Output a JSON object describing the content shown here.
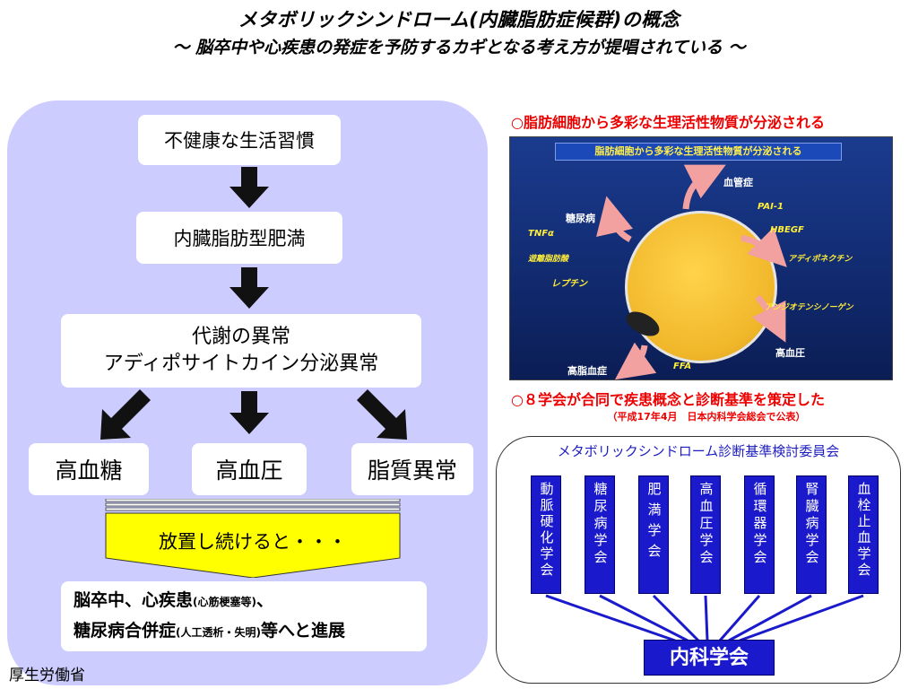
{
  "title": "メタボリックシンドローム(内臓脂肪症候群)の概念",
  "subtitle": "～ 脳卒中や心疾患の発症を予防するカギとなる考え方が提唱されている ～",
  "flow": {
    "box1": "不健康な生活習慣",
    "box2": "内臓脂肪型肥満",
    "box3_line1": "代謝の異常",
    "box3_line2": "アディポサイトカイン分泌異常",
    "result1": "高血糖",
    "result2": "高血圧",
    "result3": "脂質異常",
    "banner": "放置し続けると・・・",
    "outcome_line1": "脳卒中、心疾患",
    "outcome_line1_small": "(心筋梗塞等)",
    "outcome_line1_end": "、",
    "outcome_line2": "糖尿病合併症",
    "outcome_line2_small": "(人工透析・失明)",
    "outcome_line2_end": "等へと進展"
  },
  "source": "厚生労働省",
  "adipocyte": {
    "heading": "○脂肪細胞から多彩な生理活性物質が分泌される",
    "banner": "脂肪細胞から多彩な生理活性物質が分泌される",
    "labels": {
      "vascular": "血管症",
      "diabetes": "糖尿病",
      "pai": "PAI-1",
      "tnf": "TNFα",
      "hbegf": "HBEGF",
      "ffa_jp": "遊離脂肪酸",
      "adiponectin": "アディポネクチン",
      "leptin": "レプチン",
      "angiotensinogen": "アンジオテンシノーゲン",
      "hypertension": "高血圧",
      "hyperlipidemia": "高脂血症",
      "ffa": "FFA"
    }
  },
  "committee": {
    "heading": "○８学会が合同で疾患概念と診断基準を策定した",
    "note": "（平成17年4月　日本内科学会総会で公表）",
    "title": "メタボリックシンドローム診断基準検討委員会",
    "societies": [
      "動脈硬化学会",
      "糖尿病学会",
      "肥満学会",
      "高血圧学会",
      "循環器学会",
      "腎臓病学会",
      "血栓止血学会"
    ],
    "center": "内科学会"
  },
  "colors": {
    "panel": "#ccccff",
    "red": "#ee0000",
    "blue": "#1a1acc",
    "yellow": "#ffff00"
  }
}
